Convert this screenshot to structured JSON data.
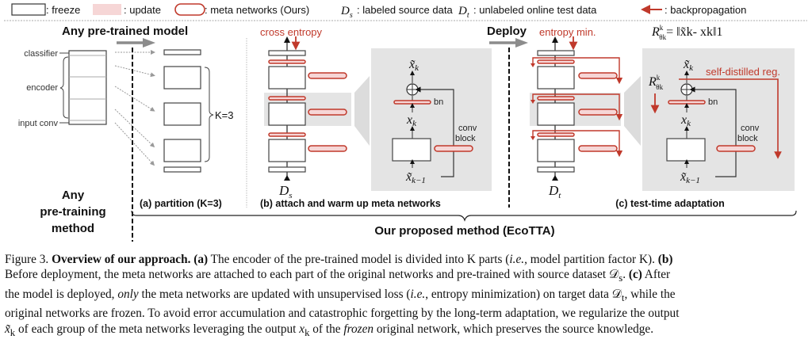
{
  "legend": {
    "freeze_label": ": freeze",
    "update_label": ": update",
    "meta_label": ": meta networks (Ours)",
    "ds_symbol": "D",
    "ds_sub": "s",
    "ds_label": ": labeled source data",
    "dt_symbol": "D",
    "dt_sub": "t",
    "dt_label": ": unlabeled online test data",
    "backprop_label": ": backpropagation"
  },
  "colors": {
    "meta_red": "#c0392b",
    "update_pink": "#f6d6d6",
    "freeze_border": "#444444",
    "highlight_gray": "#e6e6e6",
    "arrow_gray": "#8c8c8c"
  },
  "left_panel": {
    "top_title": "Any pre-trained model",
    "layer_labels": [
      "classifier",
      "encoder",
      "input conv"
    ],
    "bottom_title_lines": [
      "Any",
      "pre-training",
      "method"
    ]
  },
  "panel_a": {
    "k_label": "K=3",
    "caption": "(a) partition (K=3)"
  },
  "panel_b": {
    "loss_label": "cross entropy",
    "input_label": "D",
    "input_sub": "s",
    "caption": "(b) attach and warm up meta networks",
    "detail": {
      "out_label": "x̃",
      "out_sub": "k",
      "bn_label": "bn",
      "mid_label": "x",
      "mid_sub": "k",
      "conv_label_1": "conv",
      "conv_label_2": "block",
      "in_label": "x̃",
      "in_sub": "k−1"
    }
  },
  "deploy": {
    "label": "Deploy"
  },
  "panel_c": {
    "loss_label": "entropy min.",
    "input_label": "D",
    "input_sub": "t",
    "caption": "(c) test-time adaptation",
    "formula_lhs": "R",
    "formula_sup": "k",
    "formula_sub": "θk",
    "formula_rhs": "= ‖x̃k- xk‖1",
    "reg_label": "self-distilled reg.",
    "detail": {
      "out_label": "x̃",
      "out_sub": "k",
      "bn_label": "bn",
      "mid_label": "x",
      "mid_sub": "k",
      "conv_label_1": "conv",
      "conv_label_2": "block",
      "in_label": "x̃",
      "in_sub": "k−1",
      "reg_symbol": "R",
      "reg_sup": "k",
      "reg_sub": "θk"
    }
  },
  "method_label": "Our proposed method (EcoTTA)",
  "caption": {
    "figure_no": "Figure 3. ",
    "title": "Overview of our approach.",
    "a_tag": " (a)",
    "line1_rest": " The encoder of the pre-trained model is divided into K parts (",
    "ie1": "i.e.,",
    "line1_end": " model partition factor K). ",
    "b_tag": "(b)",
    "line2": "Before deployment, the meta networks are attached to each part of the original networks and pre-trained with source dataset 𝒟",
    "line2_sub": "s",
    "line2_end": ". ",
    "c_tag": "(c)",
    "line2_after": " After",
    "line3_a": "the model is deployed, ",
    "only": "only",
    "line3_b": " the meta networks are updated with unsupervised loss (",
    "ie2": "i.e.",
    "line3_c": ", entropy minimization) on target data 𝒟",
    "line3_sub": "t",
    "line3_d": ", while the",
    "line4": "original networks are frozen. To avoid error accumulation and catastrophic forgetting by the long-term adaptation, we regularize the output",
    "line5_a": "x̃",
    "line5_a_sub": "k",
    "line5_b": " of each group of the meta networks leveraging the output ",
    "line5_c": "x",
    "line5_c_sub": "k",
    "line5_d": " of the ",
    "frozen": "frozen",
    "line5_e": " original network, which preserves the source knowledge."
  }
}
